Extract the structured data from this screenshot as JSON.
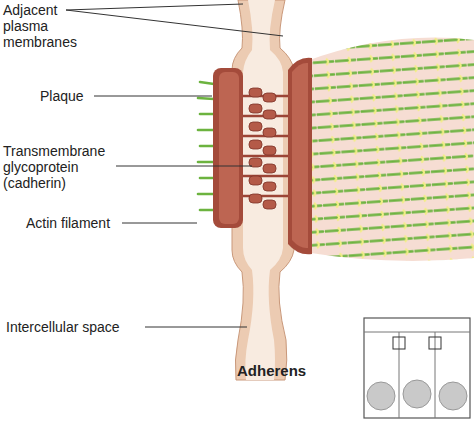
{
  "diagram": {
    "caption": "Adherens",
    "labels": [
      "Adjacent plasma membranes",
      "Plaque",
      "Transmembrane glycoprotein (cadherin)",
      "Actin filament",
      "Intercellular space"
    ]
  }
}
